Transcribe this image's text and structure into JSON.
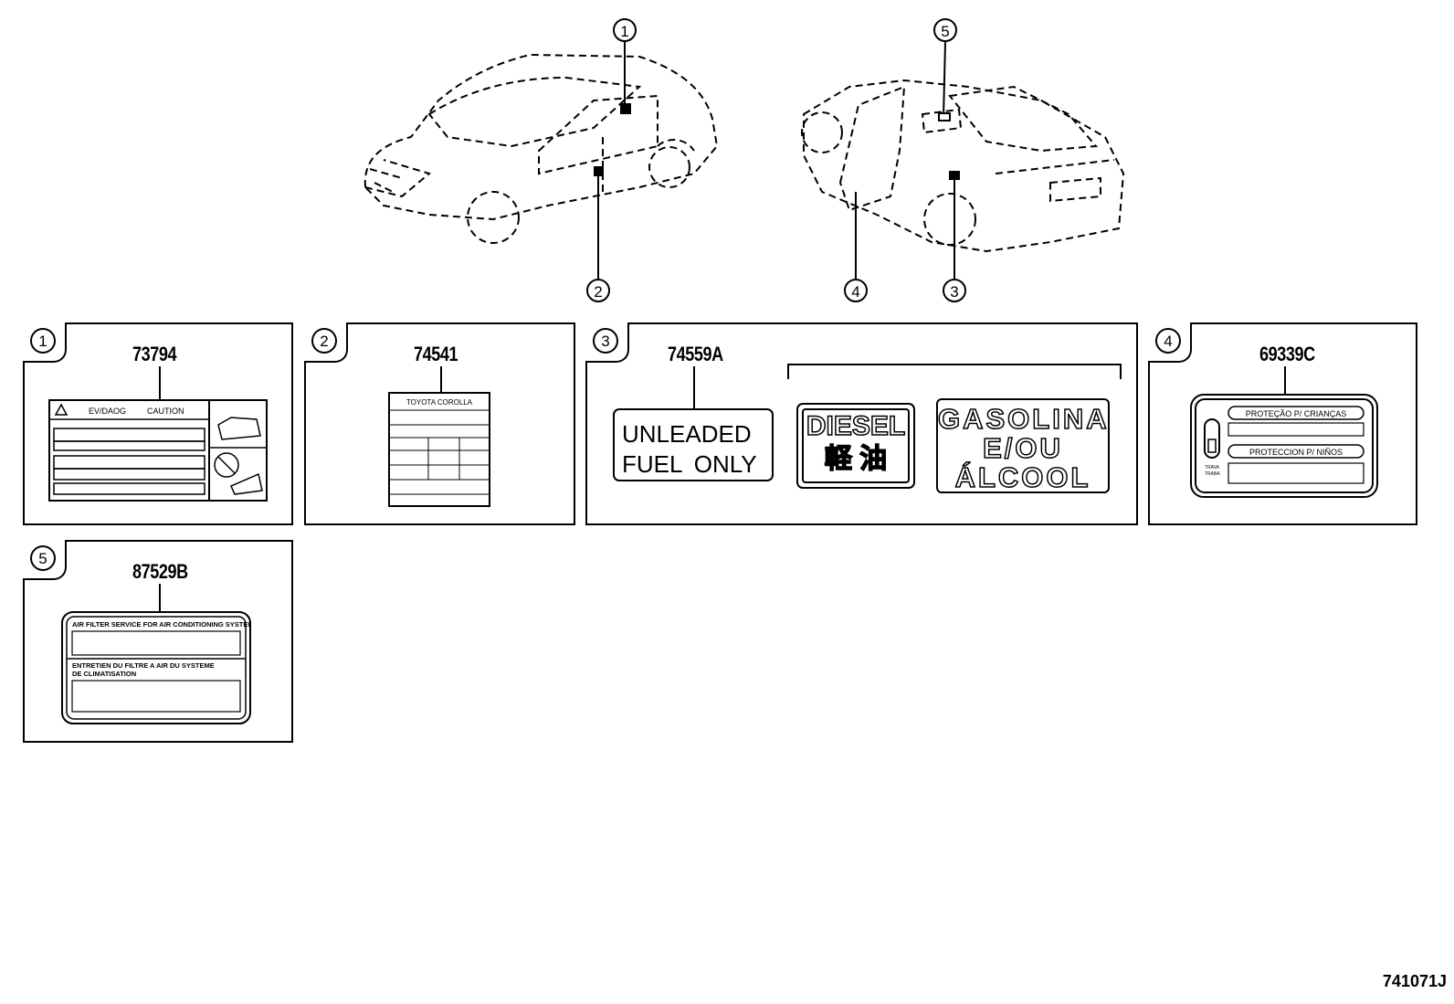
{
  "diagram": {
    "callouts": [
      "1",
      "2",
      "3",
      "4",
      "5"
    ],
    "panels": [
      {
        "index": "1",
        "part_number": "73794",
        "label": {
          "header_left": "EV/DAOG",
          "header_right": "CAUTION"
        }
      },
      {
        "index": "2",
        "part_number": "74541",
        "label": {
          "title": "TOYOTA COROLLA"
        }
      },
      {
        "index": "3",
        "part_number": "74559A",
        "labels": [
          {
            "line1": "UNLEADED",
            "line2": "FUEL ONLY"
          },
          {
            "line1": "DIESEL",
            "line2": "軽 油"
          },
          {
            "line1": "GASOLINA",
            "line2": "E/OU",
            "line3": "ÁLCOOL"
          }
        ]
      },
      {
        "index": "4",
        "part_number": "69339C",
        "label": {
          "line1": "PROTEÇÃO P/ CRIANÇAS",
          "line2": "PROTECCION P/ NIÑOS",
          "side1": "TRAVA",
          "side2": "TRABA"
        }
      },
      {
        "index": "5",
        "part_number": "87529B",
        "label": {
          "line1": "AIR FILTER SERVICE FOR AIR CONDITIONING SYSTEM",
          "line2": "ENTRETIEN DU FILTRE A AIR DU SYSTEME",
          "line3": "DE CLIMATISATION"
        }
      }
    ],
    "diagram_code": "741071J"
  }
}
